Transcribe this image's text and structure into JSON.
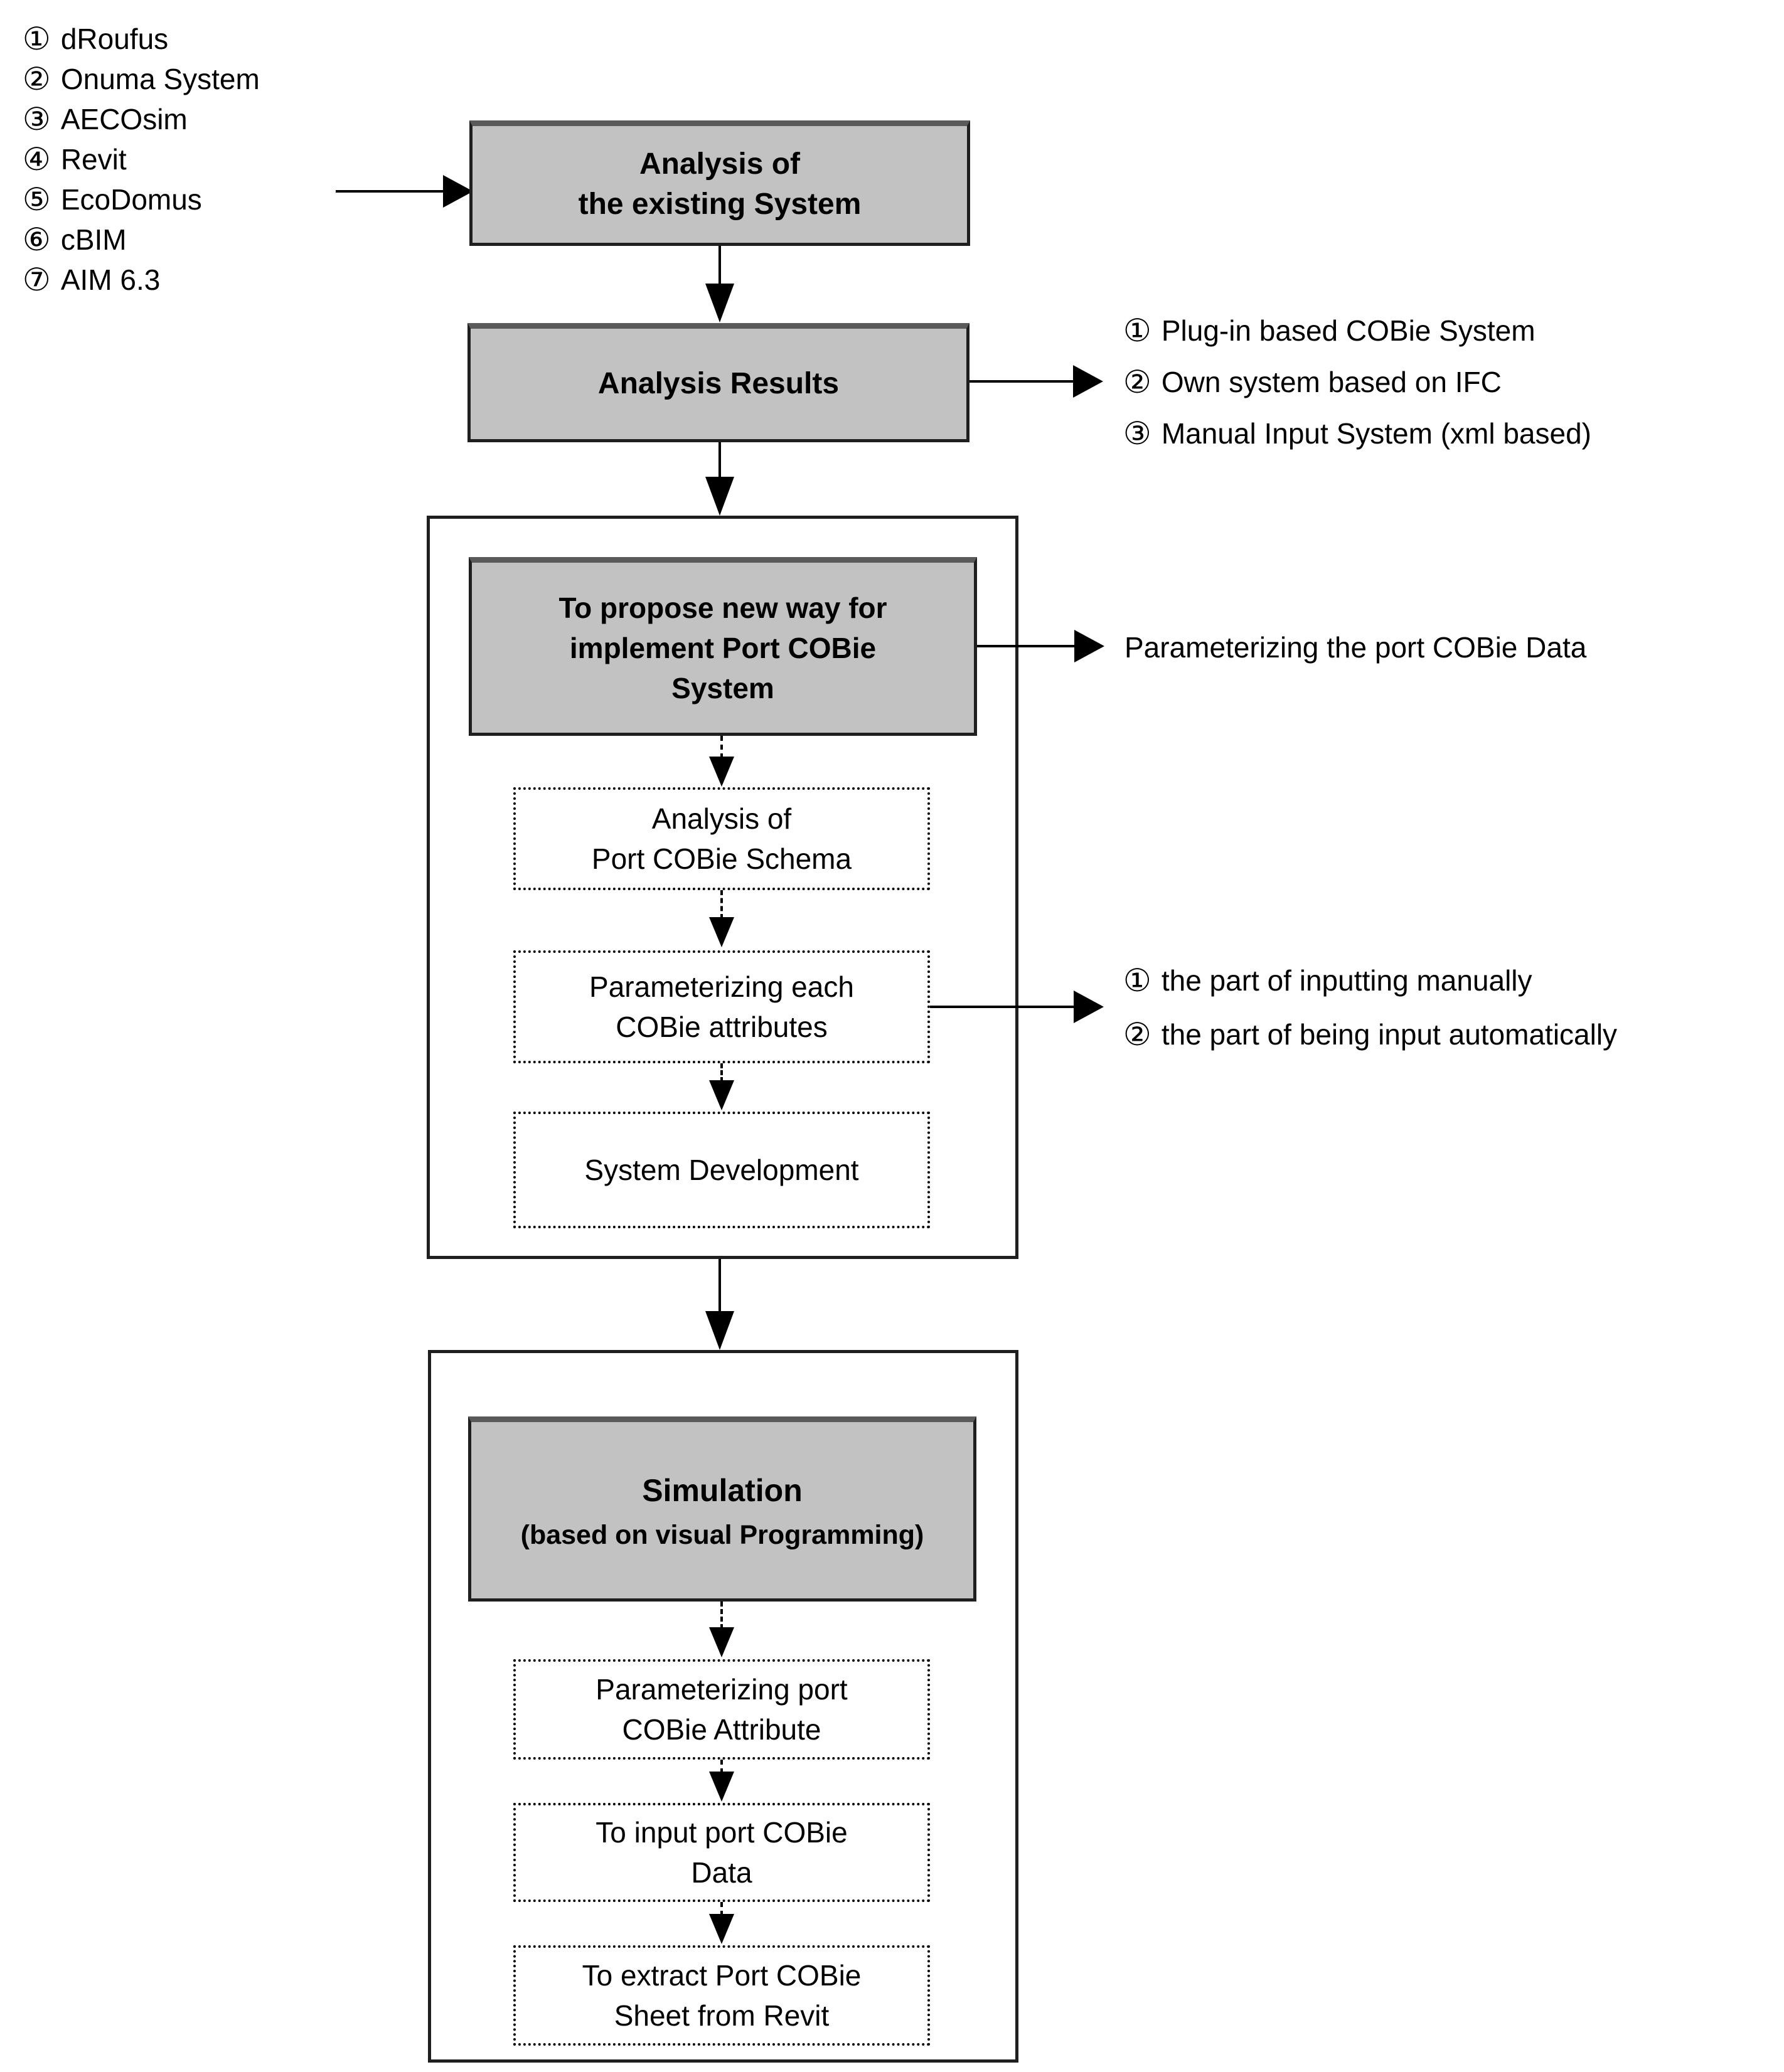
{
  "diagram": {
    "source_systems": [
      {
        "num": "①",
        "label": "dRoufus"
      },
      {
        "num": "②",
        "label": "Onuma System"
      },
      {
        "num": "③",
        "label": "AECOsim"
      },
      {
        "num": "④",
        "label": "Revit"
      },
      {
        "num": "⑤",
        "label": "EcoDomus"
      },
      {
        "num": "⑥",
        "label": "cBIM"
      },
      {
        "num": "⑦",
        "label": "AIM 6.3"
      }
    ],
    "analysis_existing": {
      "line1": "Analysis of",
      "line2": "the existing System"
    },
    "analysis_results": {
      "label": "Analysis Results"
    },
    "analysis_result_items": [
      {
        "num": "①",
        "label": "Plug-in based COBie System"
      },
      {
        "num": "②",
        "label": "Own system based on IFC"
      },
      {
        "num": "③",
        "label": "Manual Input System (xml based)"
      }
    ],
    "propose": {
      "line1": "To propose new way for",
      "line2": "implement Port COBie",
      "line3": "System"
    },
    "propose_note": {
      "label": "Parameterizing the port COBie Data"
    },
    "schema_analysis": {
      "line1": "Analysis of",
      "line2": "Port COBie Schema"
    },
    "parameterizing_each": {
      "line1": "Parameterizing each",
      "line2": "COBie attributes"
    },
    "parameterizing_notes": [
      {
        "num": "①",
        "label": "the part of inputting manually"
      },
      {
        "num": "②",
        "label": "the part of being input automatically"
      }
    ],
    "system_development": {
      "label": "System Development"
    },
    "simulation": {
      "line1": "Simulation",
      "line2": "(based on visual Programming)"
    },
    "parameterizing_port": {
      "line1": "Parameterizing port",
      "line2": "COBie Attribute"
    },
    "input_port_data": {
      "line1": "To input port COBie",
      "line2": "Data"
    },
    "extract_sheet": {
      "line1": "To extract Port COBie",
      "line2": "Sheet from Revit"
    }
  },
  "colors": {
    "box_fill": "#c2c2c2",
    "box_border": "#1f1f1f",
    "box_top_edge": "#5a5a5a",
    "background": "#ffffff",
    "text": "#000000"
  }
}
